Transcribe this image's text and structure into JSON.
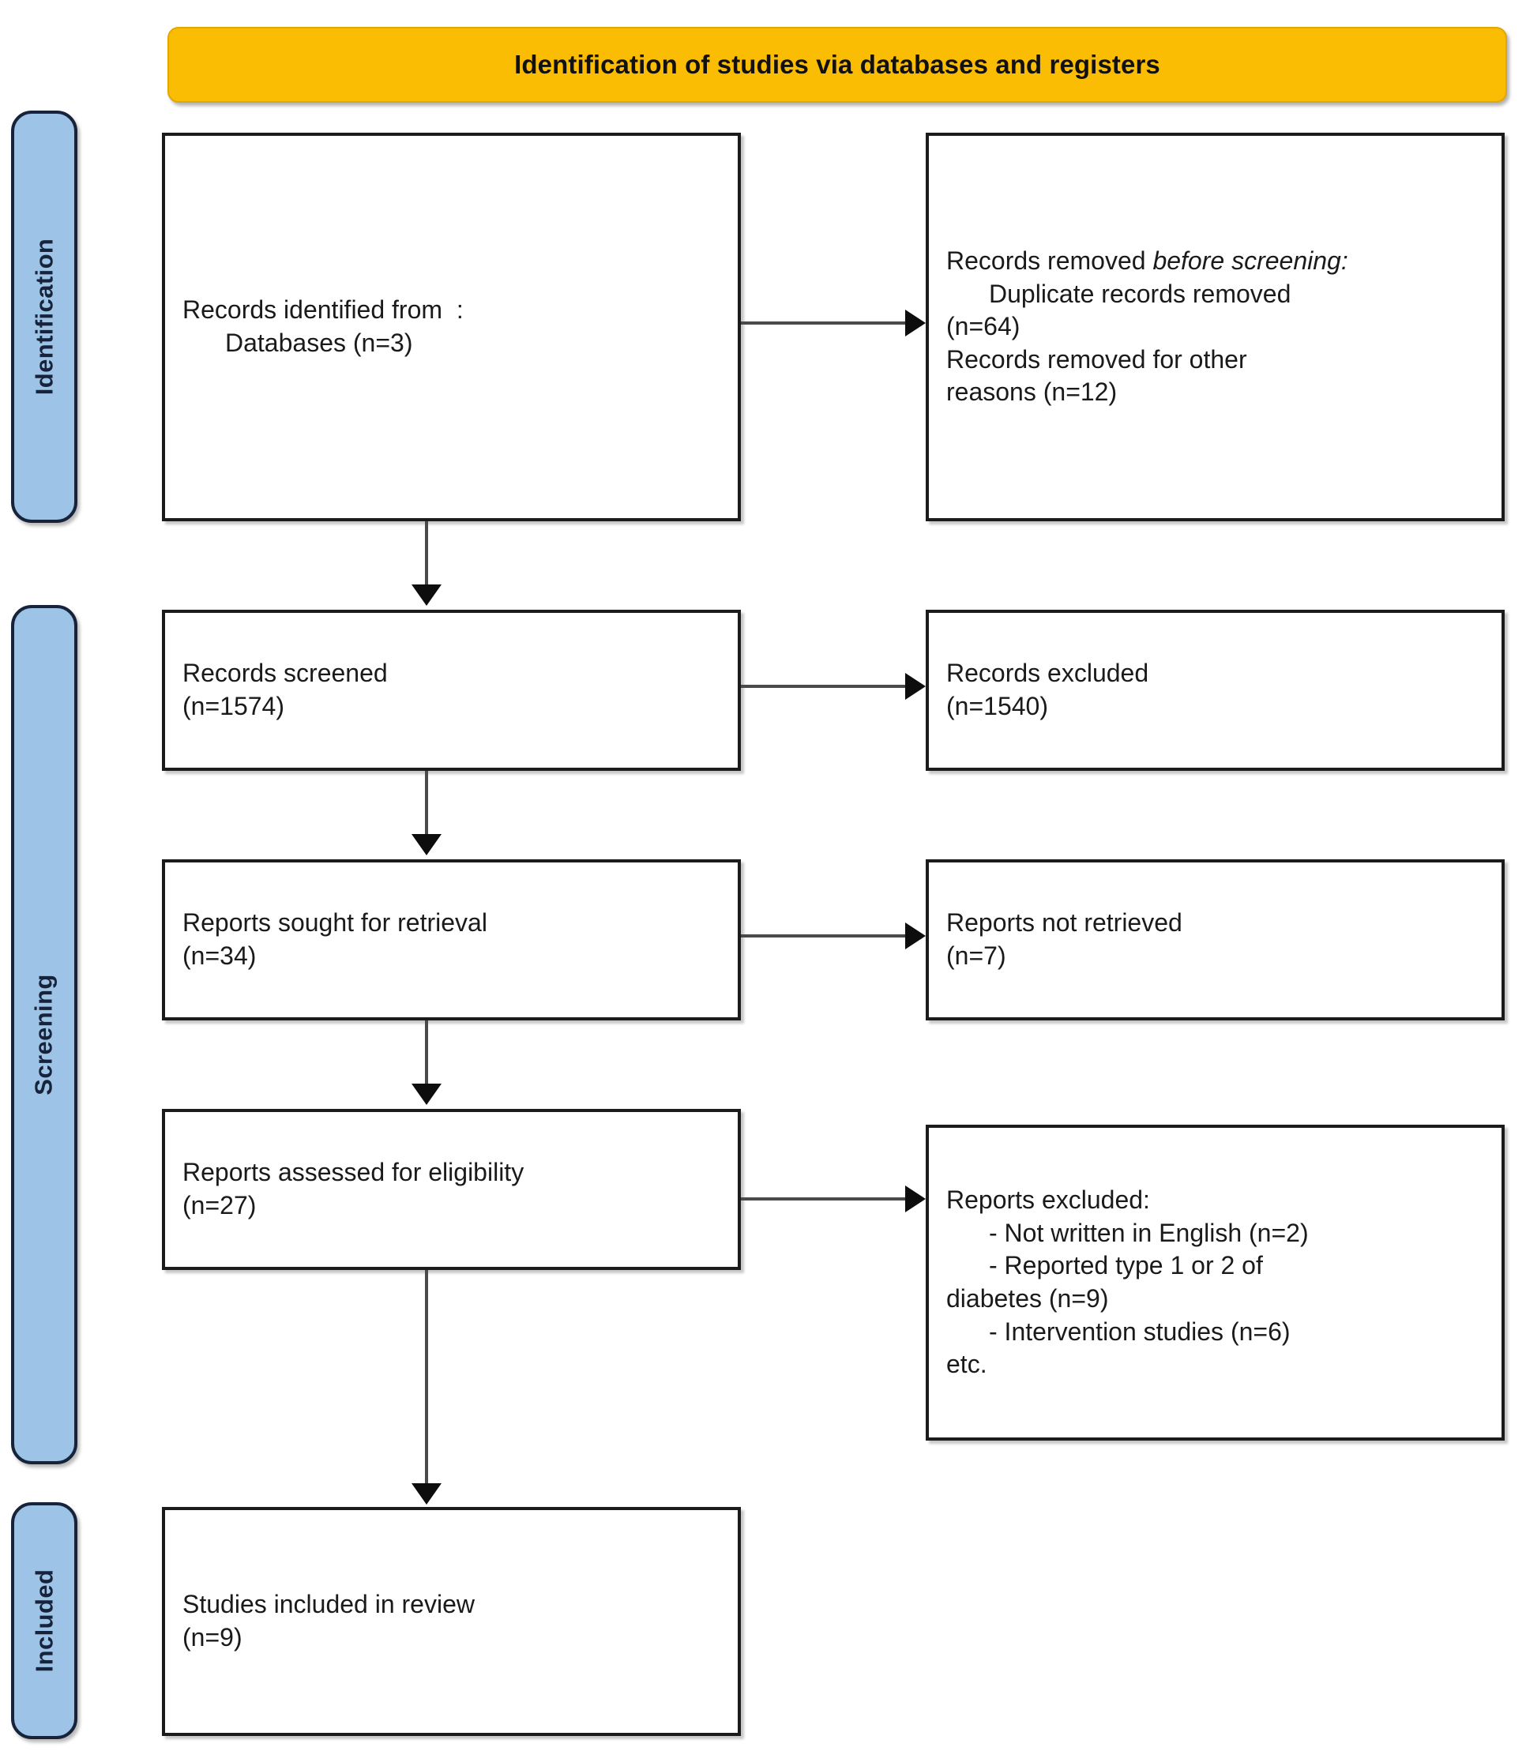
{
  "diagram": {
    "type": "prisma-flow-diagram",
    "banner": {
      "title": "Identification of studies via databases and registers",
      "color": "#FBBC04"
    },
    "stages": [
      {
        "id": "identification",
        "label": "Identification",
        "color": "#9DC3E6"
      },
      {
        "id": "screening",
        "label": "Screening",
        "color": "#9DC3E6"
      },
      {
        "id": "included",
        "label": "Included",
        "color": "#9DC3E6"
      }
    ],
    "boxes": {
      "records_identified": {
        "line1": "Records identified from  :",
        "line2": "Databases (n=3)",
        "n": 3
      },
      "records_removed_before_screening": {
        "heading_prefix": "Records removed ",
        "heading_italic": "before screening",
        "heading_suffix": ":",
        "item1": "Duplicate records removed",
        "item1_n": "(n=64)",
        "item2": "Records removed for other",
        "item2_n": "reasons (n=12)",
        "duplicates_n": 64,
        "other_reasons_n": 12
      },
      "records_screened": {
        "line1": "Records screened",
        "line2": "(n=1574)",
        "n": 1574
      },
      "records_excluded": {
        "line1": "Records excluded",
        "line2": "(n=1540)",
        "n": 1540
      },
      "reports_sought": {
        "line1": "Reports sought for retrieval",
        "line2": "(n=34)",
        "n": 34
      },
      "reports_not_retrieved": {
        "line1": "Reports not retrieved",
        "line2": "(n=7)",
        "n": 7
      },
      "reports_assessed": {
        "line1": "Reports assessed for eligibility",
        "line2": "(n=27)",
        "n": 27
      },
      "reports_excluded": {
        "heading": "Reports excluded:",
        "item1": "- Not written in English (n=2)",
        "item2a": "- Reported type 1 or 2 of",
        "item2b": "diabetes (n=9)",
        "item3": "- Intervention studies (n=6)",
        "item4": "etc.",
        "not_english_n": 2,
        "type_1_or_2_diabetes_n": 9,
        "intervention_studies_n": 6
      },
      "studies_included": {
        "line1": "Studies included in review",
        "line2": "(n=9)",
        "n": 9
      }
    }
  }
}
